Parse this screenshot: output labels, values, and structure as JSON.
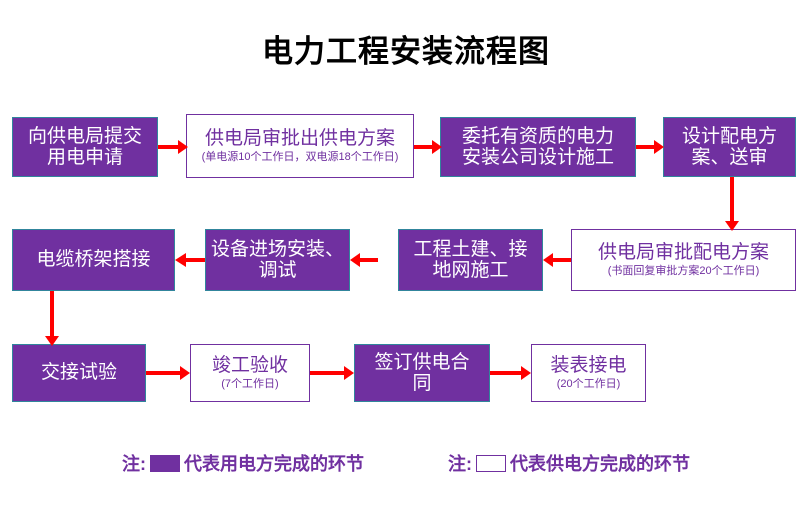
{
  "title": "电力工程安装流程图",
  "colors": {
    "node_fill_purple": "#7030A0",
    "node_fill_border_teal": "#31859C",
    "node_outline_border": "#7030A0",
    "arrow_red": "#FF0000",
    "title_black": "#000000",
    "background_white": "#FFFFFF"
  },
  "nodes": [
    {
      "id": "n1",
      "main": "向供电局提交\n用电申请",
      "sub": "",
      "style": "filled"
    },
    {
      "id": "n2",
      "main": "供电局审批出供电方案",
      "sub": "(单电源10个工作日，双电源18个工作日)",
      "style": "outline"
    },
    {
      "id": "n3",
      "main": "委托有资质的电力\n安装公司设计施工",
      "sub": "",
      "style": "filled"
    },
    {
      "id": "n4",
      "main": "设计配电方\n案、送审",
      "sub": "",
      "style": "filled"
    },
    {
      "id": "n5",
      "main": "供电局审批配电方案",
      "sub": "(书面回复审批方案20个工作日)",
      "style": "outline"
    },
    {
      "id": "n6",
      "main": "工程土建、接\n地网施工",
      "sub": "",
      "style": "filled"
    },
    {
      "id": "n7",
      "main": "设备进场安装、\n调试",
      "sub": "",
      "style": "filled"
    },
    {
      "id": "n8",
      "main": "电缆桥架搭接",
      "sub": "",
      "style": "filled"
    },
    {
      "id": "n9",
      "main": "交接试验",
      "sub": "",
      "style": "filled"
    },
    {
      "id": "n10",
      "main": "竣工验收",
      "sub": "(7个工作日)",
      "style": "outline"
    },
    {
      "id": "n11",
      "main": "签订供电合\n同",
      "sub": "",
      "style": "filled"
    },
    {
      "id": "n12",
      "main": "装表接电",
      "sub": "(20个工作日)",
      "style": "outline"
    }
  ],
  "legend": [
    {
      "prefix": "注:",
      "swatch": "filled",
      "text": "代表用电方完成的环节"
    },
    {
      "prefix": "注:",
      "swatch": "outline",
      "text": "代表供电方完成的环节"
    }
  ]
}
